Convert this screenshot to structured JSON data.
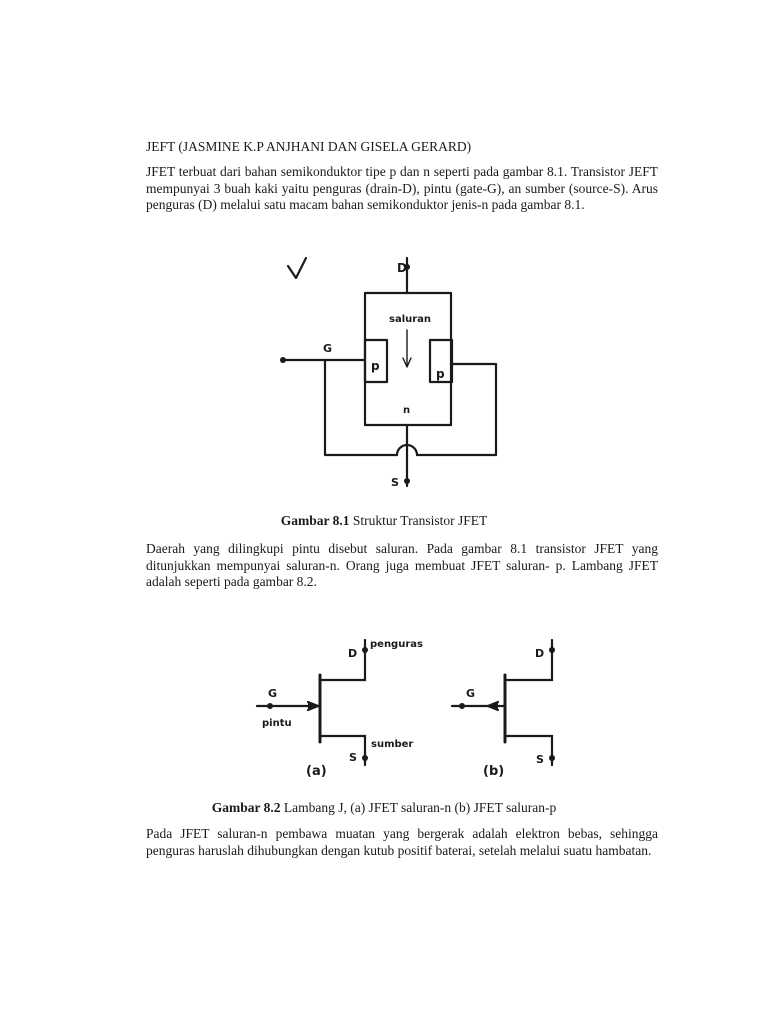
{
  "heading": "JEFT (JASMINE K.P ANJHANI DAN GISELA GERARD)",
  "paragraphs": {
    "p1": "JFET terbuat dari bahan semikonduktor tipe p dan n seperti pada gambar 8.1. Transistor JEFT mempunyai 3 buah kaki yaitu penguras (drain-D), pintu (gate-G), an sumber (source-S). Arus penguras (D) melalui satu macam bahan semikonduktor jenis-n pada gambar 8.1.",
    "p2": "Daerah yang dilingkupi pintu disebut saluran. Pada gambar 8.1 transistor JFET yang ditunjukkan mempunyai saluran-n. Orang juga membuat JFET saluran- p. Lambang JFET adalah seperti pada gambar 8.2.",
    "p3": "Pada JFET saluran-n pembawa muatan yang bergerak adalah elektron bebas, sehingga penguras haruslah dihubungkan dengan kutub positif baterai, setelah melalui suatu hambatan."
  },
  "figure1": {
    "labels": {
      "d": "D",
      "g": "G",
      "s": "S",
      "saluran": "saluran",
      "p_left": "p",
      "p_right": "p",
      "n": "n"
    },
    "caption_bold": "Gambar 8.1",
    "caption_text": " Struktur Transistor JFET"
  },
  "figure2": {
    "a": {
      "d": "D",
      "g": "G",
      "s": "S",
      "penguras": "penguras",
      "pintu": "pintu",
      "sumber": "sumber",
      "tag": "(a)"
    },
    "b": {
      "d": "D",
      "g": "G",
      "s": "S",
      "tag": "(b)"
    },
    "caption_bold": "Gambar 8.2",
    "caption_text": " Lambang J, (a) JFET saluran-n (b) JFET saluran-p"
  }
}
